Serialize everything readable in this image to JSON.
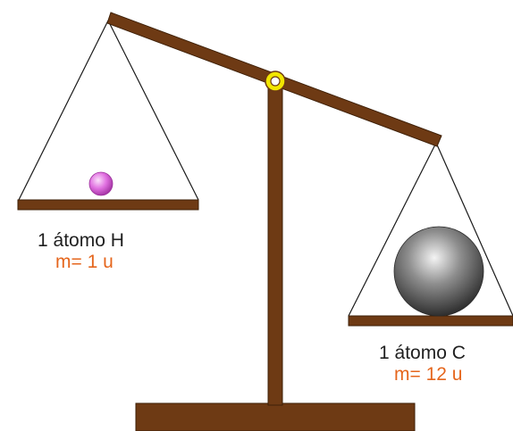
{
  "colors": {
    "wood": "#6e3a14",
    "strings": "#1a1a1a",
    "pivot_ring": "#f2e600",
    "mass_text": "#e5661d",
    "hydrogen": "#d85ad8",
    "carbon": "#707070"
  },
  "left_pan": {
    "atom_label": "1 átomo H",
    "mass_label": "m= 1 u"
  },
  "right_pan": {
    "atom_label": "1 átomo C",
    "mass_label": "m= 12 u"
  }
}
